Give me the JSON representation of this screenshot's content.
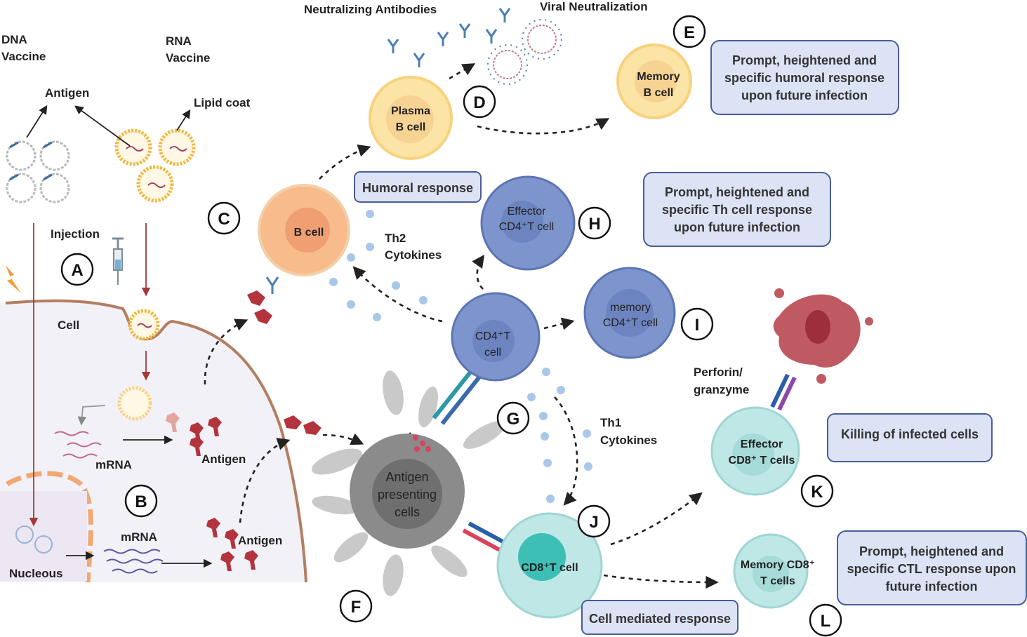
{
  "vaccines": {
    "dna": [
      "DNA",
      "Vaccine"
    ],
    "rna": [
      "RNA",
      "Vaccine"
    ],
    "antigen": "Antigen",
    "lipid_coat": "Lipid coat",
    "injection": "Injection"
  },
  "host_cell": {
    "cell": "Cell",
    "nucleous": "Nucleous",
    "mrna_1": "mRNA",
    "mrna_2": "mRNA",
    "antigen_1": "Antigen",
    "antigen_2": "Antigen"
  },
  "letters": [
    "A",
    "B",
    "C",
    "D",
    "E",
    "F",
    "G",
    "H",
    "I",
    "J",
    "K",
    "L"
  ],
  "top": {
    "neutralizing_antibodies": "Neutralizing Antibodies",
    "viral_neutralization": "Viral Neutralization"
  },
  "cells": {
    "plasma_b": [
      "Plasma",
      "B cell"
    ],
    "memory_b": [
      "Memory",
      "B cell"
    ],
    "b_cell": "B cell",
    "effector_cd4": [
      "Effector",
      "CD4⁺T cell"
    ],
    "memory_cd4": [
      "memory",
      "CD4⁺T cell"
    ],
    "cd4": [
      "CD4⁺T",
      "cell"
    ],
    "apc": [
      "Antigen",
      "presenting",
      "cells"
    ],
    "cd8": "CD8⁺T cell",
    "effector_cd8": [
      "Effector",
      "CD8⁺ T cells"
    ],
    "memory_cd8": [
      "Memory CD8⁺",
      "T cells"
    ]
  },
  "cytokines": {
    "th2": [
      "Th2",
      "Cytokines"
    ],
    "th1": [
      "Th1",
      "Cytokines"
    ],
    "perforin": [
      "Perforin/",
      "granzyme"
    ]
  },
  "boxes": {
    "humoral_memory": [
      "Prompt, heightened and",
      "specific humoral response",
      "upon future infection"
    ],
    "humoral_response": "Humoral response",
    "th_memory": [
      "Prompt, heightened and",
      "specific Th cell response",
      "upon future infection"
    ],
    "killing": "Killing of infected cells",
    "ctl_memory": [
      "Prompt, heightened and",
      "specific CTL response upon",
      "future infection"
    ],
    "cell_mediated": "Cell mediated response"
  },
  "colors": {
    "box_fill": "#dbe3f4",
    "box_stroke": "#4a5d99",
    "b_cell": "#f8bc8c",
    "plasma": "#fbe4a5",
    "cd4": "#7d95cc",
    "cd8": "#bfe7e6",
    "apc": "#8b8b8b",
    "antigen": "#b3343d",
    "cytokine": "#a9c7e8",
    "host_cell": "#f3f1f8",
    "membrane": "#b47e62"
  }
}
